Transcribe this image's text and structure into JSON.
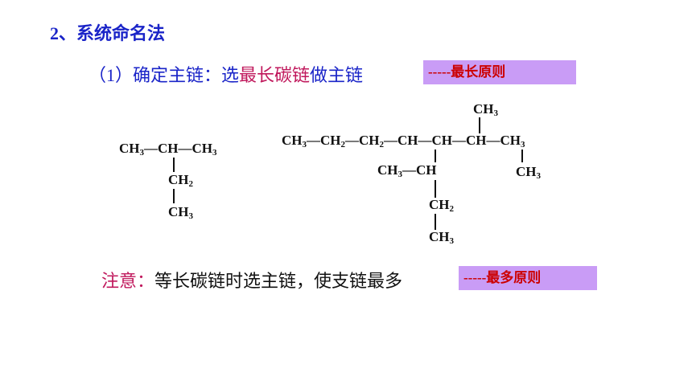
{
  "title": "2、系统命名法",
  "rule1": {
    "prefix": "（1）确定主链：选",
    "highlight": "最长碳链",
    "suffix": "做主链"
  },
  "tag1": "-----最长原则",
  "mol1": {
    "row1": "CH₃—CH—CH₃",
    "branch1": "CH₂",
    "branch2": "CH₃"
  },
  "mol2": {
    "top_methyl": "CH₃",
    "main_chain": "CH₃—CH₂—CH₂—CH—CH—CH—CH₃",
    "left_branch": "CH₃—CH",
    "right_methyl": "CH₃",
    "ethyl_ch2": "CH₂",
    "ethyl_ch3": "CH₃"
  },
  "note": {
    "label": "注意：",
    "text": "等长碳链时选主链，使支链最多"
  },
  "tag2": "-----最多原则"
}
